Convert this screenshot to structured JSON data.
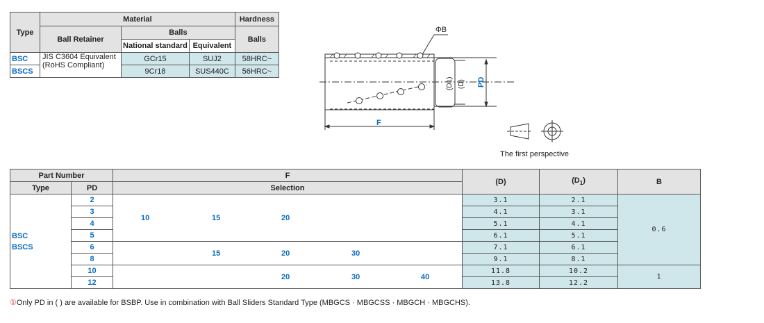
{
  "material_table": {
    "headers": {
      "type": "Type",
      "material": "Material",
      "hardness": "Hardness",
      "ball_retainer": "Ball Retainer",
      "balls": "Balls",
      "national_standard": "National standard",
      "equivalent": "Equivalent",
      "hardness_balls": "Balls"
    },
    "retainer_line1": "JIS C3604 Equivalent",
    "retainer_line2": "(RoHS Compliant)",
    "rows": [
      {
        "type": "BSC",
        "national": "GCr15",
        "equivalent": "SUJ2",
        "hardness": "58HRC~"
      },
      {
        "type": "BSCS",
        "national": "9Cr18",
        "equivalent": "SUS440C",
        "hardness": "56HRC~"
      }
    ]
  },
  "drawing": {
    "phi_b": "ΦB",
    "d1": "(D1)",
    "d": "(D)",
    "pd": "PD",
    "f": "F",
    "caption": "The first perspective"
  },
  "dimension_table": {
    "headers": {
      "part_number": "Part Number",
      "type": "Type",
      "pd": "PD",
      "f": "F",
      "selection": "Selection",
      "d": "(D)",
      "d1_base": "(D",
      "d1_sub": "1",
      "d1_end": ")",
      "b": "B"
    },
    "types": [
      "BSC",
      "BSCS"
    ],
    "pd": [
      "2",
      "3",
      "4",
      "5",
      "6",
      "8",
      "10",
      "12"
    ],
    "d": [
      "3.1",
      "4.1",
      "5.1",
      "6.1",
      "7.1",
      "9.1",
      "11.8",
      "13.8"
    ],
    "d1": [
      "2.1",
      "3.1",
      "4.1",
      "5.1",
      "6.1",
      "8.1",
      "10.2",
      "12.2"
    ],
    "selection_groups": [
      [
        "10",
        "15",
        "20"
      ],
      [
        "15",
        "20",
        "30"
      ],
      [
        "20",
        "30",
        "40"
      ]
    ],
    "b": [
      "0.6",
      "1"
    ]
  },
  "note": {
    "mark": "①",
    "text": "Only PD in ( ) are available for BSBP. Use in combination with Ball Sliders Standard Type (MBGCS · MBGCSS · MBGCH · MBGCHS)."
  },
  "colors": {
    "accent": "#0a6cc0",
    "highlight": "#cfe6ea",
    "header": "#e3e3e3",
    "note_mark": "#e0302a"
  }
}
